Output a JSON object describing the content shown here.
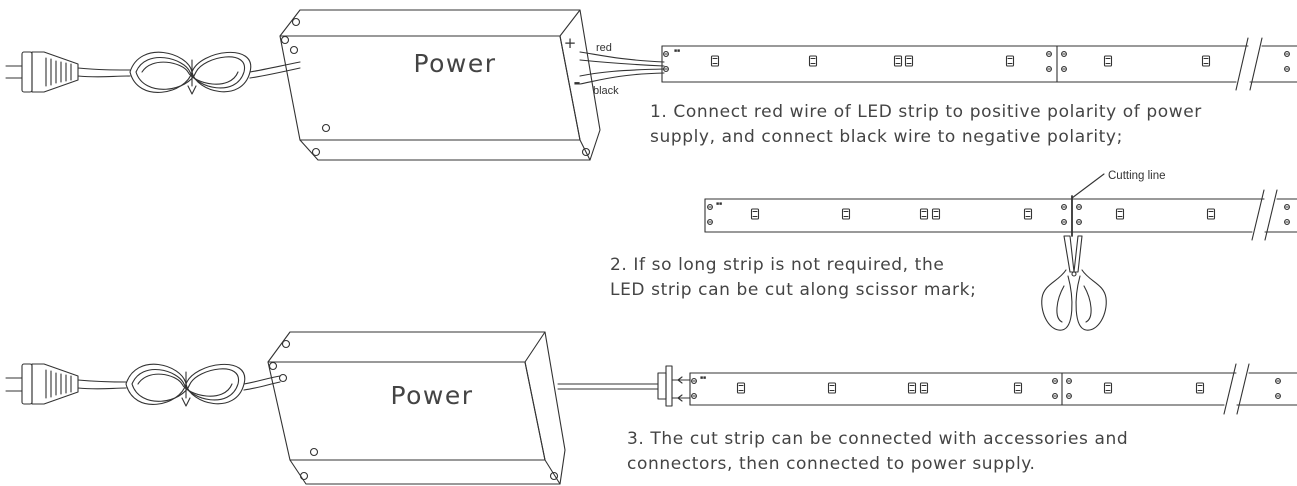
{
  "power_supply_1": {
    "label": "Power",
    "plus_sign": "+",
    "minus_sign": "-"
  },
  "wires": {
    "red_label": "red",
    "black_label": "black"
  },
  "step1": {
    "line1": "1. Connect red wire of LED strip to positive polarity of power",
    "line2": "supply, and connect black wire to negative polarity;"
  },
  "step2": {
    "cutting_line_label": "Cutting line",
    "line1": "2. If so long strip is not required, the",
    "line2": "LED strip can be cut along scissor mark;"
  },
  "power_supply_2": {
    "label": "Power"
  },
  "step3": {
    "line1": "3. The cut strip can be connected with accessories and",
    "line2": "connectors, then connected to power supply."
  },
  "colors": {
    "line": "#333333",
    "text": "#444444",
    "background": "#ffffff"
  },
  "icons": [
    "plug-icon",
    "coiled-cable-icon",
    "power-supply-icon",
    "led-strip-icon",
    "scissors-icon",
    "connector-icon"
  ]
}
